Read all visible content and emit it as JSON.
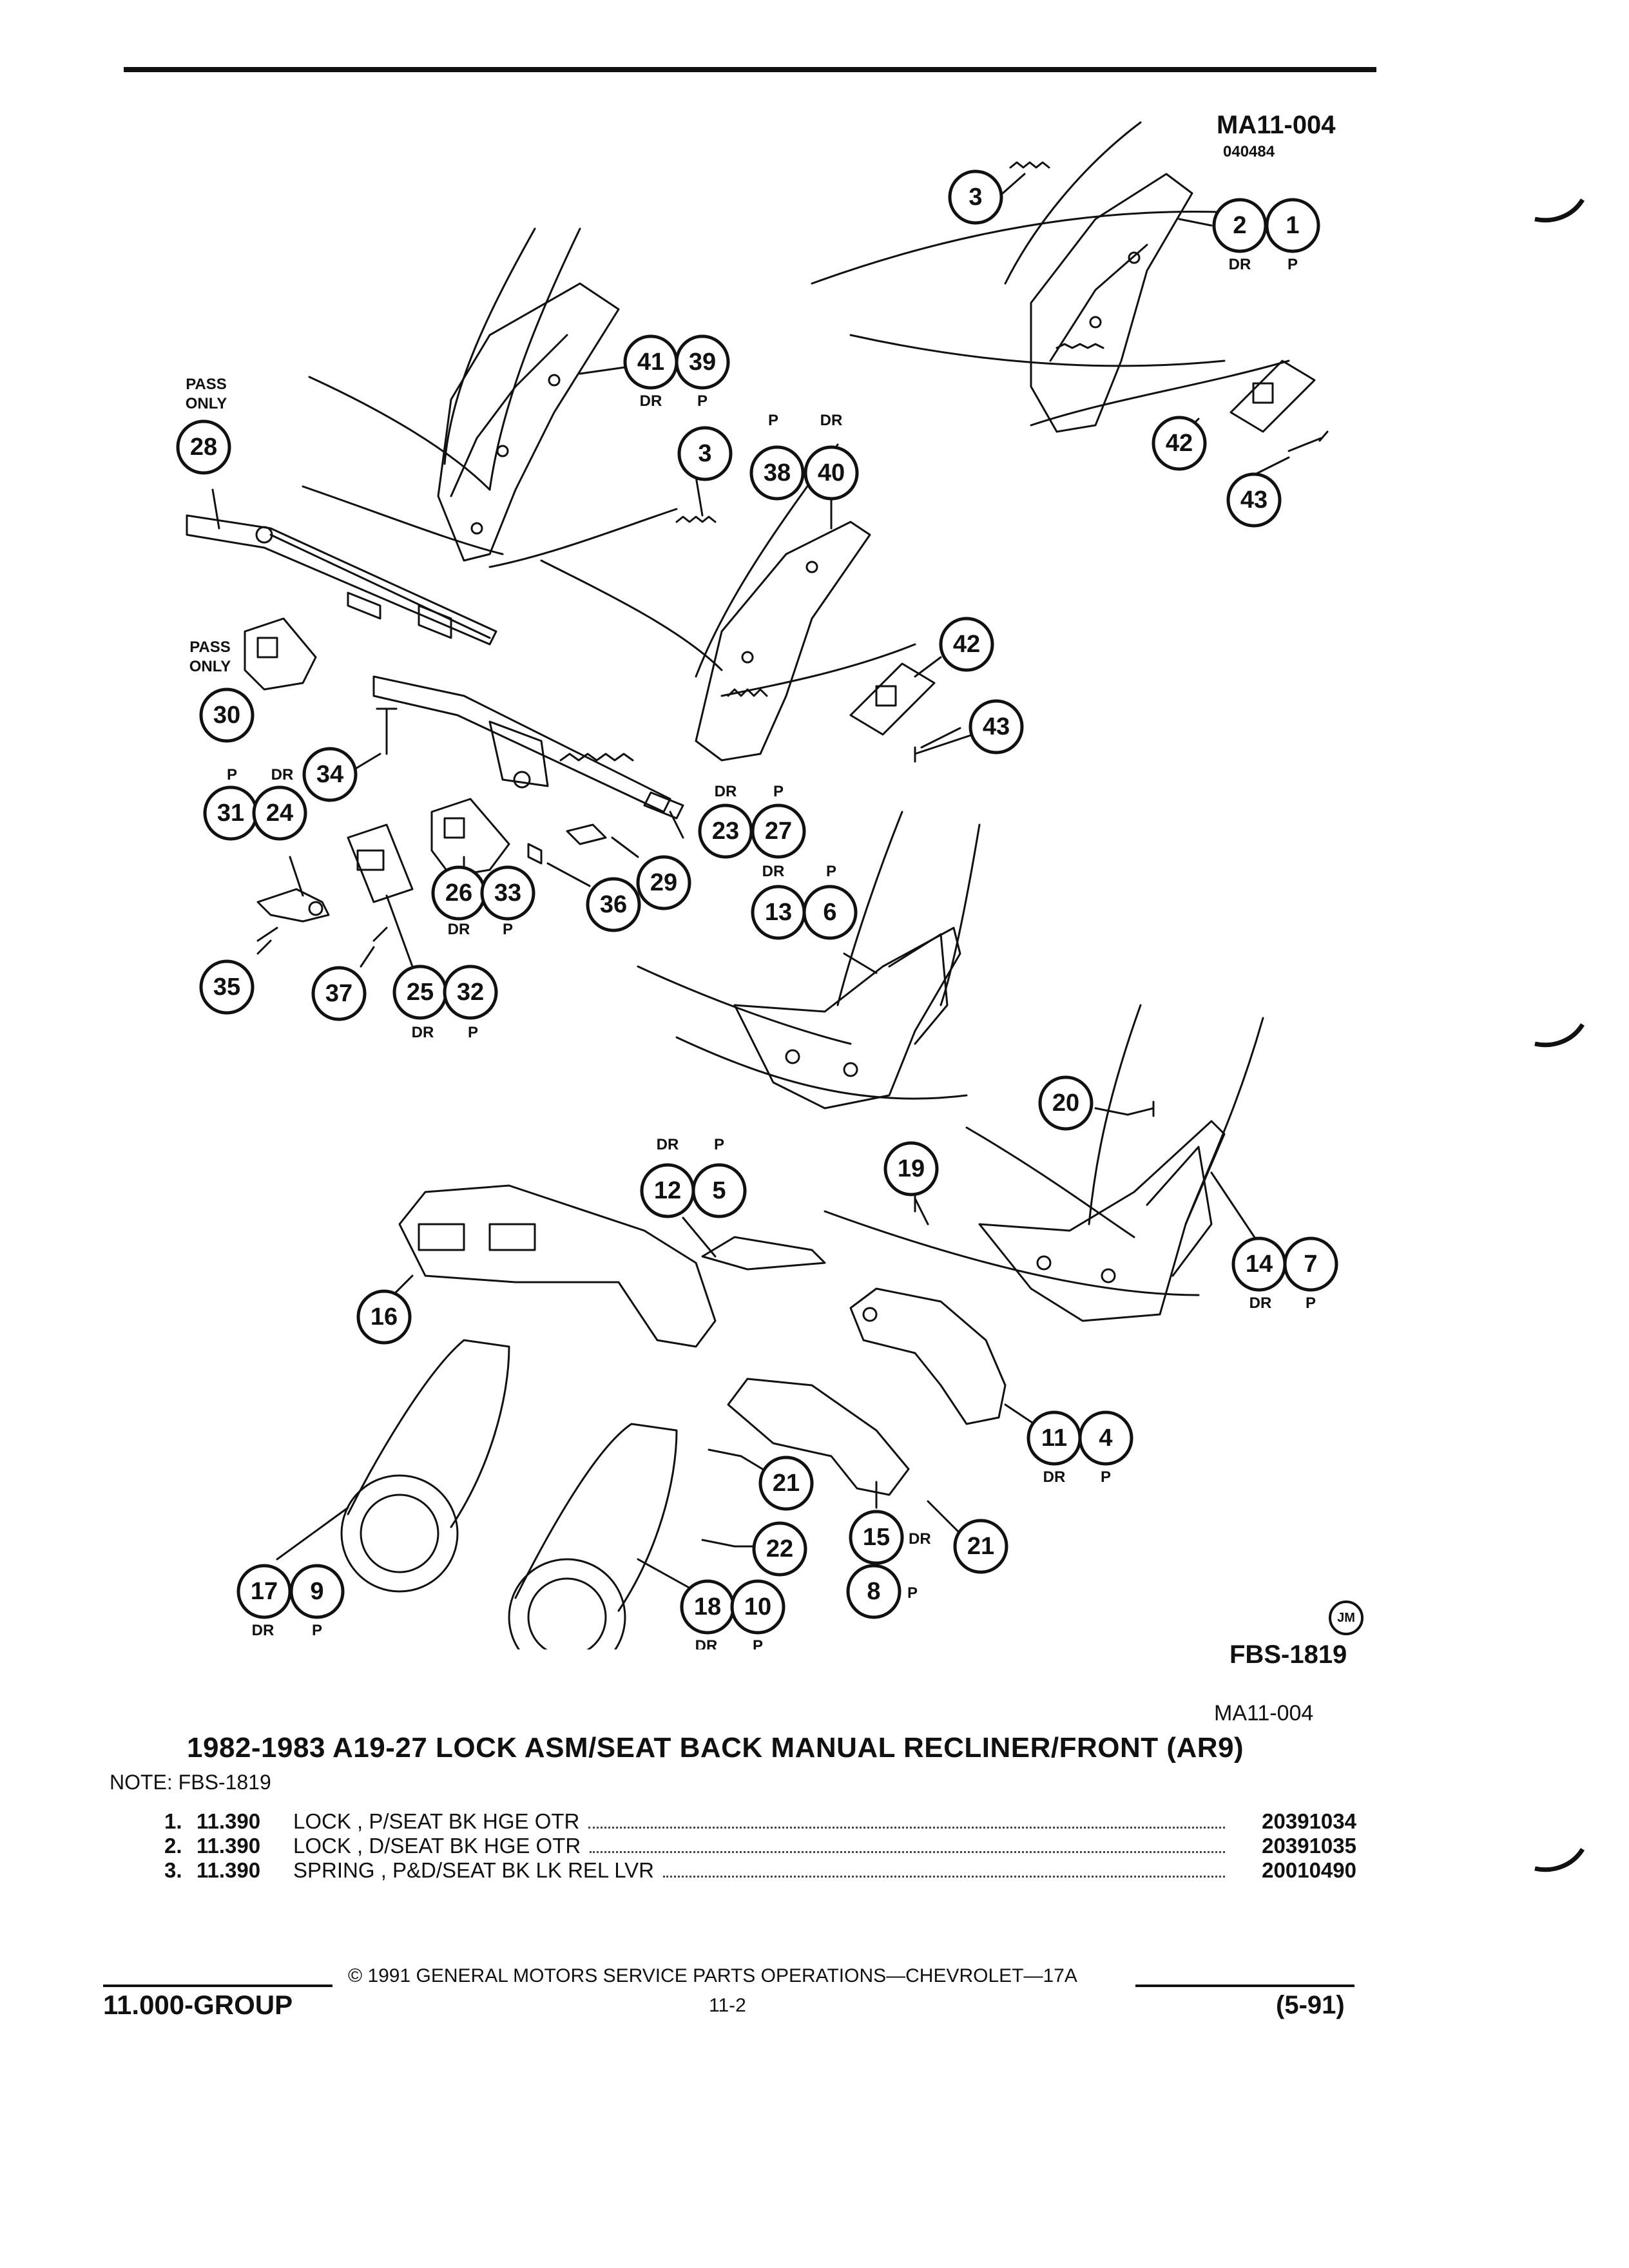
{
  "header": {
    "ref_code": "MA11-004",
    "ref_sub": "040484"
  },
  "diagram": {
    "callouts": [
      {
        "num": "3"
      },
      {
        "num": "2"
      },
      {
        "num": "1"
      },
      {
        "num": "41"
      },
      {
        "num": "39"
      },
      {
        "num": "28"
      },
      {
        "num": "3"
      },
      {
        "num": "38"
      },
      {
        "num": "40"
      },
      {
        "num": "42"
      },
      {
        "num": "43"
      },
      {
        "num": "30"
      },
      {
        "num": "42"
      },
      {
        "num": "43"
      },
      {
        "num": "34"
      },
      {
        "num": "31"
      },
      {
        "num": "24"
      },
      {
        "num": "23"
      },
      {
        "num": "27"
      },
      {
        "num": "26"
      },
      {
        "num": "33"
      },
      {
        "num": "36"
      },
      {
        "num": "29"
      },
      {
        "num": "13"
      },
      {
        "num": "6"
      },
      {
        "num": "35"
      },
      {
        "num": "37"
      },
      {
        "num": "25"
      },
      {
        "num": "32"
      },
      {
        "num": "20"
      },
      {
        "num": "12"
      },
      {
        "num": "5"
      },
      {
        "num": "19"
      },
      {
        "num": "16"
      },
      {
        "num": "14"
      },
      {
        "num": "7"
      },
      {
        "num": "11"
      },
      {
        "num": "4"
      },
      {
        "num": "21"
      },
      {
        "num": "15"
      },
      {
        "num": "21"
      },
      {
        "num": "22"
      },
      {
        "num": "8"
      },
      {
        "num": "17"
      },
      {
        "num": "9"
      },
      {
        "num": "18"
      },
      {
        "num": "10"
      }
    ],
    "side_labels": [
      {
        "text": "DR"
      },
      {
        "text": "P"
      },
      {
        "text": "DR"
      },
      {
        "text": "P"
      },
      {
        "text": "P"
      },
      {
        "text": "DR"
      },
      {
        "text": "P"
      },
      {
        "text": "DR"
      },
      {
        "text": "DR"
      },
      {
        "text": "P"
      },
      {
        "text": "DR"
      },
      {
        "text": "P"
      },
      {
        "text": "DR"
      },
      {
        "text": "P"
      },
      {
        "text": "DR"
      },
      {
        "text": "P"
      },
      {
        "text": "DR"
      },
      {
        "text": "P"
      },
      {
        "text": "DR"
      },
      {
        "text": "P"
      },
      {
        "text": "DR"
      },
      {
        "text": "P"
      },
      {
        "text": "DR"
      },
      {
        "text": "P"
      },
      {
        "text": "DR"
      },
      {
        "text": "P"
      }
    ],
    "notes": {
      "pass1": "PASS",
      "only1": "ONLY",
      "pass2": "PASS",
      "only2": "ONLY"
    },
    "jm_logo": "JM",
    "fbs_code": "FBS-1819",
    "ma_code_bottom": "MA11-004"
  },
  "title": "1982-1983 A19-27 LOCK ASM/SEAT BACK MANUAL RECLINER/FRONT (AR9)",
  "note": "NOTE:  FBS-1819",
  "parts": [
    {
      "num": "1.",
      "group": "11.390",
      "desc": "LOCK , P/SEAT BK HGE OTR",
      "part": "20391034"
    },
    {
      "num": "2.",
      "group": "11.390",
      "desc": "LOCK , D/SEAT BK HGE OTR",
      "part": "20391035"
    },
    {
      "num": "3.",
      "group": "11.390",
      "desc": "SPRING , P&D/SEAT BK LK REL LVR",
      "part": "20010490"
    }
  ],
  "footer": {
    "copyright": "©  1991  GENERAL MOTORS SERVICE PARTS OPERATIONS—CHEVROLET—17A",
    "group": "11.000-GROUP",
    "page": "11-2",
    "date": "(5-91)"
  }
}
